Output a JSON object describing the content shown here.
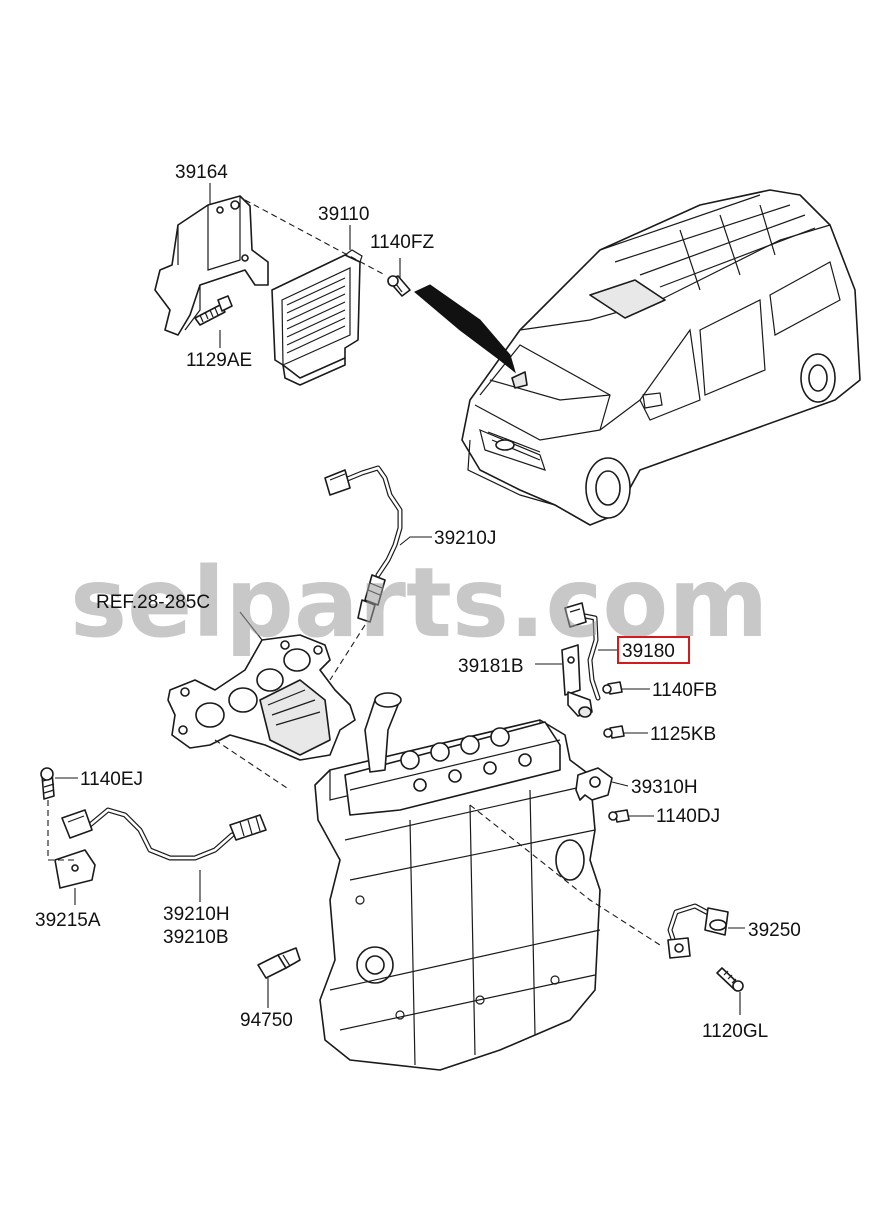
{
  "watermark": "selparts.com",
  "labels": {
    "p39164": "39164",
    "p39110": "39110",
    "p1140FZ": "1140FZ",
    "p1129AE": "1129AE",
    "p39210J": "39210J",
    "ref28285C": "REF.28-285C",
    "p39180": "39180",
    "p39181B": "39181B",
    "p1140FB": "1140FB",
    "p1125KB": "1125KB",
    "p39310H": "39310H",
    "p1140DJ": "1140DJ",
    "p1140EJ": "1140EJ",
    "p39215A": "39215A",
    "p39210H": "39210H",
    "p39210B": "39210B",
    "p39250": "39250",
    "p94750": "94750",
    "p1120GL": "1120GL"
  },
  "highlight": {
    "part": "39180",
    "color": "#d41a1a"
  }
}
